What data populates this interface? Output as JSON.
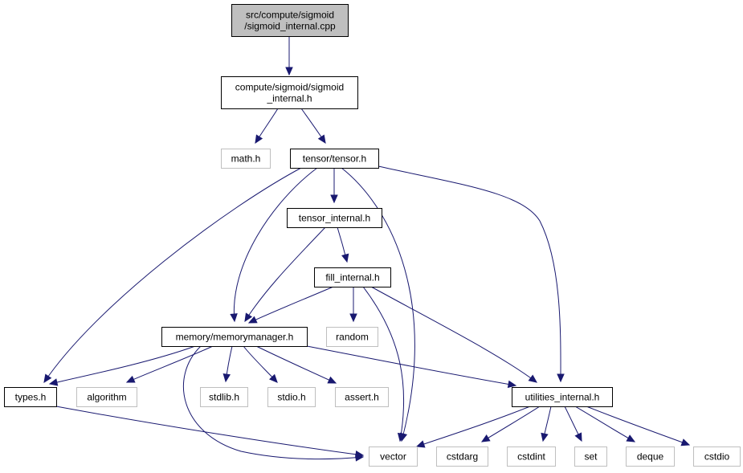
{
  "colors": {
    "edge": "#191970",
    "root_fill": "#bfbfbf",
    "root_stroke": "#000000",
    "local_stroke": "#000000",
    "external_stroke": "#bfbfbf",
    "external_text": "#000000"
  },
  "nodes": [
    {
      "id": "root",
      "lines": [
        "src/compute/sigmoid",
        "/sigmoid_internal.cpp"
      ],
      "kind": "root"
    },
    {
      "id": "sigmoid_h",
      "lines": [
        "compute/sigmoid/sigmoid",
        "_internal.h"
      ],
      "kind": "local"
    },
    {
      "id": "math_h",
      "lines": [
        "math.h"
      ],
      "kind": "external"
    },
    {
      "id": "tensor_h",
      "lines": [
        "tensor/tensor.h"
      ],
      "kind": "local"
    },
    {
      "id": "tensor_internal_h",
      "lines": [
        "tensor_internal.h"
      ],
      "kind": "local"
    },
    {
      "id": "fill_internal_h",
      "lines": [
        "fill_internal.h"
      ],
      "kind": "local"
    },
    {
      "id": "random",
      "lines": [
        "random"
      ],
      "kind": "external"
    },
    {
      "id": "memorymanager_h",
      "lines": [
        "memory/memorymanager.h"
      ],
      "kind": "local"
    },
    {
      "id": "types_h",
      "lines": [
        "types.h"
      ],
      "kind": "local"
    },
    {
      "id": "algorithm",
      "lines": [
        "algorithm"
      ],
      "kind": "external"
    },
    {
      "id": "stdlib_h",
      "lines": [
        "stdlib.h"
      ],
      "kind": "external"
    },
    {
      "id": "stdio_h",
      "lines": [
        "stdio.h"
      ],
      "kind": "external"
    },
    {
      "id": "assert_h",
      "lines": [
        "assert.h"
      ],
      "kind": "external"
    },
    {
      "id": "utilities_internal_h",
      "lines": [
        "utilities_internal.h"
      ],
      "kind": "local"
    },
    {
      "id": "vector",
      "lines": [
        "vector"
      ],
      "kind": "external"
    },
    {
      "id": "cstdarg",
      "lines": [
        "cstdarg"
      ],
      "kind": "external"
    },
    {
      "id": "cstdint",
      "lines": [
        "cstdint"
      ],
      "kind": "external"
    },
    {
      "id": "set",
      "lines": [
        "set"
      ],
      "kind": "external"
    },
    {
      "id": "deque",
      "lines": [
        "deque"
      ],
      "kind": "external"
    },
    {
      "id": "cstdio",
      "lines": [
        "cstdio"
      ],
      "kind": "external"
    }
  ],
  "edges": [
    [
      "root",
      "sigmoid_h"
    ],
    [
      "sigmoid_h",
      "math_h"
    ],
    [
      "sigmoid_h",
      "tensor_h"
    ],
    [
      "tensor_h",
      "tensor_internal_h"
    ],
    [
      "tensor_h",
      "memorymanager_h"
    ],
    [
      "tensor_h",
      "types_h"
    ],
    [
      "tensor_h",
      "vector"
    ],
    [
      "tensor_h",
      "utilities_internal_h"
    ],
    [
      "tensor_internal_h",
      "fill_internal_h"
    ],
    [
      "tensor_internal_h",
      "memorymanager_h"
    ],
    [
      "fill_internal_h",
      "random"
    ],
    [
      "fill_internal_h",
      "memorymanager_h"
    ],
    [
      "fill_internal_h",
      "vector"
    ],
    [
      "fill_internal_h",
      "utilities_internal_h"
    ],
    [
      "memorymanager_h",
      "types_h"
    ],
    [
      "memorymanager_h",
      "algorithm"
    ],
    [
      "memorymanager_h",
      "stdlib_h"
    ],
    [
      "memorymanager_h",
      "stdio_h"
    ],
    [
      "memorymanager_h",
      "assert_h"
    ],
    [
      "memorymanager_h",
      "utilities_internal_h"
    ],
    [
      "memorymanager_h",
      "vector"
    ],
    [
      "types_h",
      "vector"
    ],
    [
      "utilities_internal_h",
      "vector"
    ],
    [
      "utilities_internal_h",
      "cstdarg"
    ],
    [
      "utilities_internal_h",
      "cstdint"
    ],
    [
      "utilities_internal_h",
      "set"
    ],
    [
      "utilities_internal_h",
      "deque"
    ],
    [
      "utilities_internal_h",
      "cstdio"
    ]
  ]
}
